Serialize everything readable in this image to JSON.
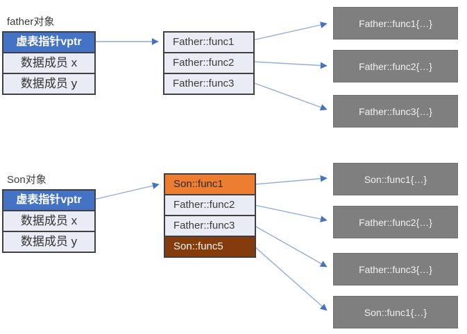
{
  "colors": {
    "vptr_blue": "#4472c4",
    "row_light": "#e9ebf5",
    "override_orange": "#ed7d31",
    "new_func_brown": "#843c0c",
    "impl_gray": "#7f7f7f",
    "table_border": "#3f3f3f",
    "arrow_line": "#8faadc",
    "arrow_head": "#4472c4"
  },
  "father": {
    "label": "father对象",
    "object_rows": [
      "虚表指针vptr",
      "数据成员 x",
      "数据成员 y"
    ],
    "vtable_rows": [
      "Father::func1",
      "Father::func2",
      "Father::func3"
    ],
    "impl_boxes": [
      "Father::func1{…}",
      "Father::func2{…}",
      "Father::func3{…}"
    ]
  },
  "son": {
    "label": "Son对象",
    "object_rows": [
      "虚表指针vptr",
      "数据成员 x",
      "数据成员 y"
    ],
    "vtable_rows": [
      {
        "label": "Son::func1",
        "style": "orange"
      },
      {
        "label": "Father::func2",
        "style": "light"
      },
      {
        "label": "Father::func3",
        "style": "light"
      },
      {
        "label": "Son::func5",
        "style": "brown"
      }
    ],
    "impl_boxes": [
      "Son::func1{…}",
      "Father::func2{…}",
      "Father::func3{…}",
      "Son::func1{…}"
    ]
  }
}
